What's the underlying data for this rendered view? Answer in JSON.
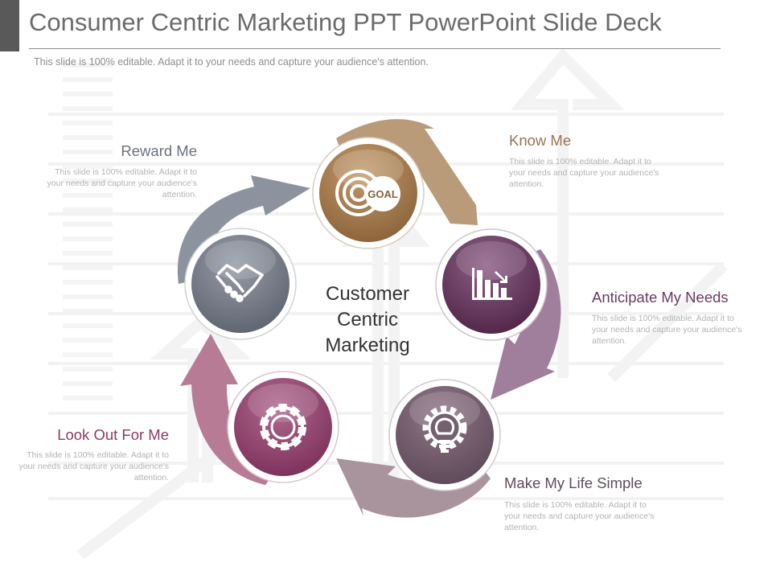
{
  "title": "Consumer Centric Marketing PPT PowerPoint Slide Deck",
  "subtitle": "This slide is 100% editable. Adapt it to your needs and capture your audience's attention.",
  "center_label": [
    "Customer",
    "Centric",
    "Marketing"
  ],
  "nodes": [
    {
      "label": "Know Me",
      "description": "This slide is 100% editable. Adapt it to your needs and capture your audience's attention.",
      "icon": "goal-target-icon",
      "icon_text": "GOAL",
      "color": "#9b7450"
    },
    {
      "label": "Anticipate My Needs",
      "description": "This slide is 100% editable. Adapt it to your needs and capture your audience's attention.",
      "icon": "bar-chart-down-icon",
      "color": "#6b3b61"
    },
    {
      "label": "Make My Life Simple",
      "description": "This slide is 100% editable. Adapt it to your needs and capture your audience's attention.",
      "icon": "lightbulb-gear-icon",
      "color": "#5f4d5c"
    },
    {
      "label": "Look Out For Me",
      "description": "This slide is 100% editable. Adapt it to your needs and capture your audience's attention.",
      "icon": "gear-icon",
      "color": "#8a3d66"
    },
    {
      "label": "Reward Me",
      "description": "This slide is 100% editable. Adapt it to your needs and capture your audience's attention.",
      "icon": "handshake-icon",
      "color": "#6b717c"
    }
  ]
}
